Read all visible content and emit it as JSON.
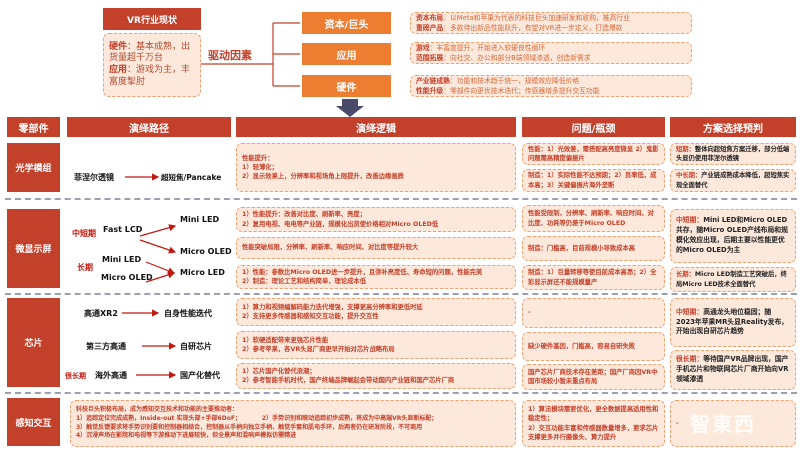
{
  "top": {
    "status_title": "VR行业现状",
    "status_lines": [
      {
        "label": "硬件",
        "text": "：基本成熟，出货量超千万台"
      },
      {
        "label": "应用",
        "text": "：游戏为主，丰富度掣肘"
      }
    ],
    "drivers_label": "驱动因素",
    "drivers": [
      {
        "name": "资本/巨头",
        "details": [
          {
            "label": "资本布局",
            "text": "：以Meta和苹果为代表的科技巨头加速研发和收购，推高行业"
          },
          {
            "label": "重磅产品",
            "text": "：多款待出新品性能跃升，有望对VR进一步定义，打造爆款"
          }
        ]
      },
      {
        "name": "应用",
        "details": [
          {
            "label": "游戏",
            "text": "：丰富度提升，开始进入软硬良性循环"
          },
          {
            "label": "范围拓展",
            "text": "：向社交、办公和部分B端领域渗透，创造新需求"
          }
        ]
      },
      {
        "name": "硬件",
        "details": [
          {
            "label": "产业链成熟",
            "text": "：功能和技术趋于统一，规模效应降低价格"
          },
          {
            "label": "性能升级",
            "text": "：零部件向更优技术迭代；传感器增多提升交互功能"
          }
        ]
      }
    ]
  },
  "headers": [
    "零部件",
    "演绎路径",
    "演绎逻辑",
    "问题/瓶颈",
    "方案选择预判"
  ],
  "rows": {
    "optics": {
      "name": "光学模组",
      "path_from": "菲涅尔透镜",
      "path_to": "超短焦/Pancake",
      "logic": [
        "性能提升：",
        "1）轻薄化；",
        "2）显示效果上，分辨率和视场角上限提升，改善边缘画质"
      ],
      "problems": [
        "性能：1）光效差，需搭配高亮度微显 2）鬼影问题需高精度偏振片",
        "制造：1）实际性能不达预期；2）良率低，成本高；3）关键偏振片海外垄断"
      ],
      "solutions": [
        {
          "label": "短期：",
          "text": "整体向超短焦方案迁移，部分低端头显仍使用菲涅尔透镜"
        },
        {
          "label": "中长期：",
          "text": "产业链成熟成本降低，超短焦实现全面替代"
        }
      ]
    },
    "micro": {
      "name": "微显示屏",
      "mid_label": "中短期",
      "mid_from": "Fast LCD",
      "mid_to1": "Mini LED",
      "mid_to2": "Micro OLED",
      "long_label": "长期",
      "long_from1": "Mini LED",
      "long_from2": "Micro OLED",
      "long_to": "Micro LED",
      "logic": [
        [
          "1）性能提升：改善对比度、刷新率、亮度；",
          "2）复用电视、电电等产业链，规模化出货使价格相对Micro OLED低"
        ],
        [
          "性能突破局限，分辨率、刷新率、响应时间、对比度等提升较大"
        ],
        [
          "1）性能：参数比Micro OLED进一步提升，且弥补亮度低、寿命短的问题，性能完美",
          "2）制造：理论工艺和结构简单，理论成本低"
        ]
      ],
      "problems": [
        "性能受限制，分辨率、刷新率、响应时间、对比度、功耗等仍差于Micro OLED",
        "制造：门槛高，目前规模小导致成本高",
        "制造：1）巨量转移等使目前成本高昂；2）全彩显示屏还不能规模量产"
      ],
      "solutions": [
        {
          "label": "中短期：",
          "text": "Mini LED和Micro OLED共存，随Micro OLED产线布局和规模化效应出现，后期主要以性能更优的Micro OLED为主"
        },
        {
          "label": "长期：",
          "text": "Micro LED制造工艺突破后，终局Micro LED技术全面替代"
        }
      ]
    },
    "chip": {
      "name": "芯片",
      "paths": [
        {
          "prefix": "",
          "from": "高通XR2",
          "to": "自身性能迭代"
        },
        {
          "prefix": "",
          "from": "第三方高通",
          "to": "自研芯片"
        },
        {
          "prefix": "很长期",
          "from": "海外高通",
          "to": "国产化替代"
        }
      ],
      "logic": [
        [
          "1）算力和视频编解码能力迭代增强，支撑更高分辨率和更低时延",
          "2）支持更多传感器和感知交互功能，提升交互性"
        ],
        [
          "1）软硬适配带来更强芯片性能",
          "2）参考苹果，各VR头显厂商更早开始对芯片战略布局"
        ],
        [
          "1）芯片国产化替代浪潮；",
          "2）参考智能手机时代，国产终端品牌崛起会带动国内产业链和国产芯片厂商"
        ]
      ],
      "problems": [
        "-",
        "缺少硬件基因，门槛高，容易自研失败",
        "国产芯片厂商技术存在差距；国产厂商因VR中国市场较小暂未重点布局"
      ],
      "solutions": [
        {
          "label": "中短期：",
          "text": "高通龙头地位稳固；随2023年苹果MR头显Reality发布，开始出现自研芯片趋势"
        },
        {
          "label": "很长期：",
          "text": "等待国产VR品牌出现，国产手机芯片和物联网芯片厂商开始向VR领域渗透"
        }
      ]
    },
    "sensing": {
      "name": "感知交互",
      "logic": [
        "科技巨头积极布局，成为感知交互技术和功能的主要推动者：",
        "1）追踪定位完成成熟，Inside-out 实现头部+手部6DoF；　　　　2）手势识别和眼动追踪初步成熟，将成为中高端VR头显新标配；",
        "3）触觉反馈要求将手势识别要和控制器相结合，控制器从手柄向独立手柄、触觉手套和肌电手环，后两者仍在研发阶段，不可商用",
        "4）沉浸声场在影院和电视等下游推动下进展较快，但全景声和混响声模拟仿需精进"
      ],
      "problems": [
        "1）算法模块需要优化，更全数据提高适用性和稳定性；",
        "2）交互功能丰富和传感器数量增多，要求芯片支撑更多并行摄像头、算力提升"
      ],
      "solutions": [
        "-"
      ]
    }
  },
  "watermark": "智東西",
  "colors": {
    "dark_red": "#c3402a",
    "orange": "#ec7d31",
    "box_fill": "#fde9dc",
    "arrow": "#c3180f",
    "navy": "#4a4a6a"
  }
}
